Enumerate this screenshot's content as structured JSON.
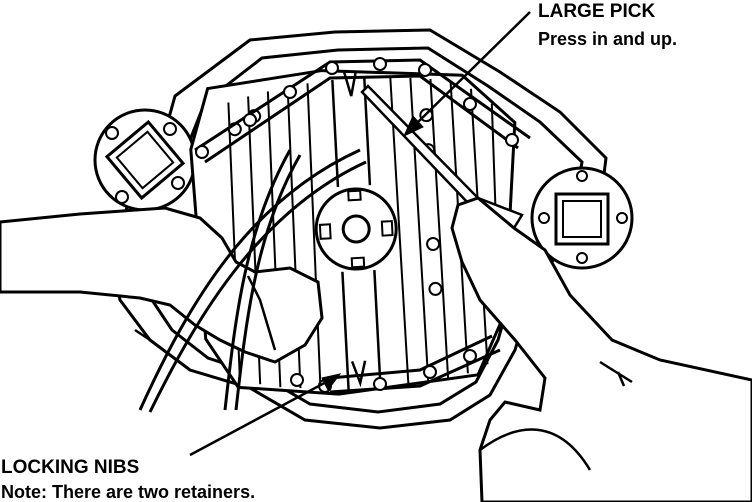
{
  "callouts": {
    "large_pick": {
      "title": "LARGE PICK",
      "note": "Press in and up."
    },
    "locking_nibs": {
      "title": "LOCKING NIBS",
      "note": "Note: There are two retainers."
    }
  },
  "colors": {
    "ink": "#000000",
    "paper": "#ffffff"
  },
  "icons": [
    "large-pick-icon",
    "hand-left-icon",
    "hand-right-icon",
    "filter-plate-icon"
  ]
}
